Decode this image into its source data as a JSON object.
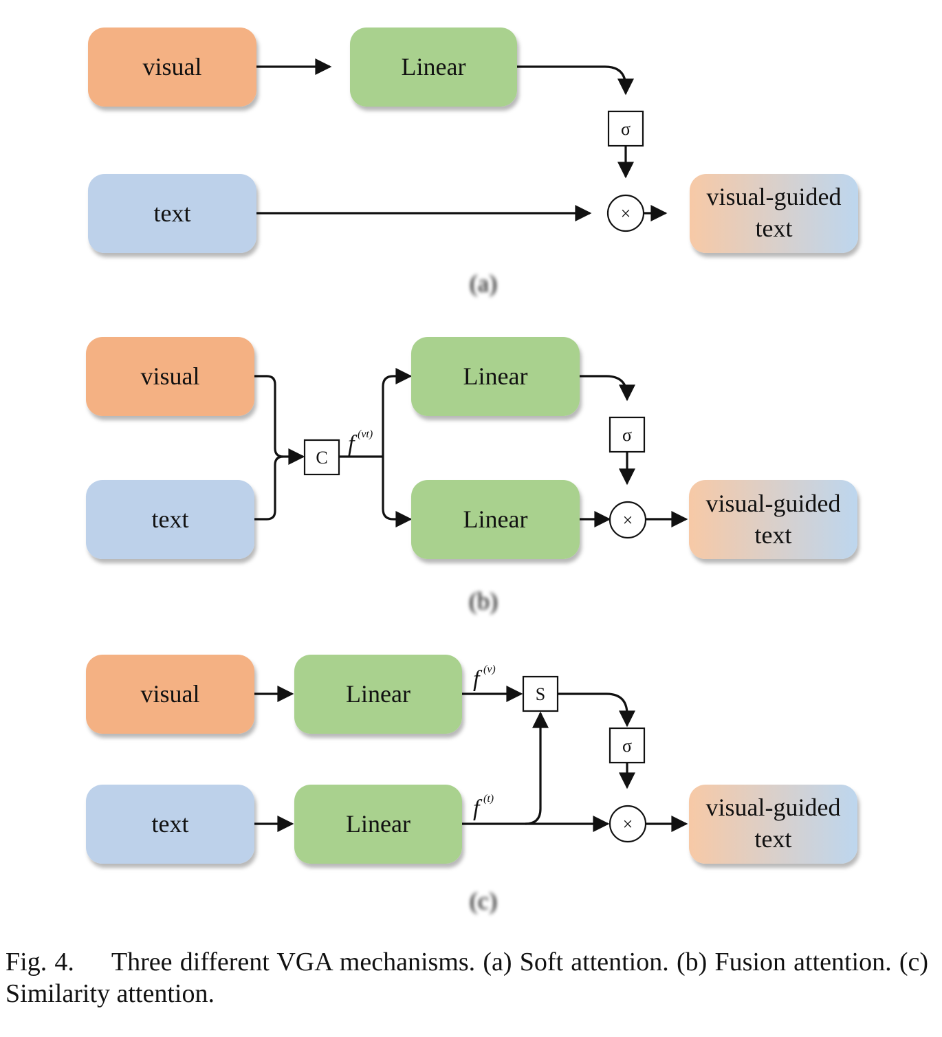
{
  "panels": [
    {
      "id": "a",
      "sublabel": "(a)",
      "visual_label": "visual",
      "text_label": "text",
      "linear_label": "Linear",
      "sigma_label": "σ",
      "multiply_label": "×",
      "output_label_line1": "visual-guided",
      "output_label_line2": "text"
    },
    {
      "id": "b",
      "sublabel": "(b)",
      "visual_label": "visual",
      "text_label": "text",
      "concat_label": "C",
      "feature_symbol": "f",
      "feature_superscript": "(vt)",
      "linear_top_label": "Linear",
      "linear_bottom_label": "Linear",
      "sigma_label": "σ",
      "multiply_label": "×",
      "output_label_line1": "visual-guided",
      "output_label_line2": "text"
    },
    {
      "id": "c",
      "sublabel": "(c)",
      "visual_label": "visual",
      "text_label": "text",
      "linear_top_label": "Linear",
      "linear_bottom_label": "Linear",
      "feature_v_symbol": "f",
      "feature_v_superscript": "(v)",
      "feature_t_symbol": "f",
      "feature_t_superscript": "(t)",
      "similarity_label": "S",
      "sigma_label": "σ",
      "multiply_label": "×",
      "output_label_line1": "visual-guided",
      "output_label_line2": "text"
    }
  ],
  "caption": {
    "figure_number": "Fig. 4.",
    "text": "Three different VGA mechanisms. (a) Soft attention. (b) Fusion attention. (c) Similarity attention."
  },
  "colors": {
    "visual_box": "#F4B183",
    "text_box": "#BDD1EA",
    "linear_box": "#A9D18E",
    "output_gradient_start": "#F7C9A6",
    "output_gradient_end": "#BDD6EE",
    "wire": "#111111"
  }
}
